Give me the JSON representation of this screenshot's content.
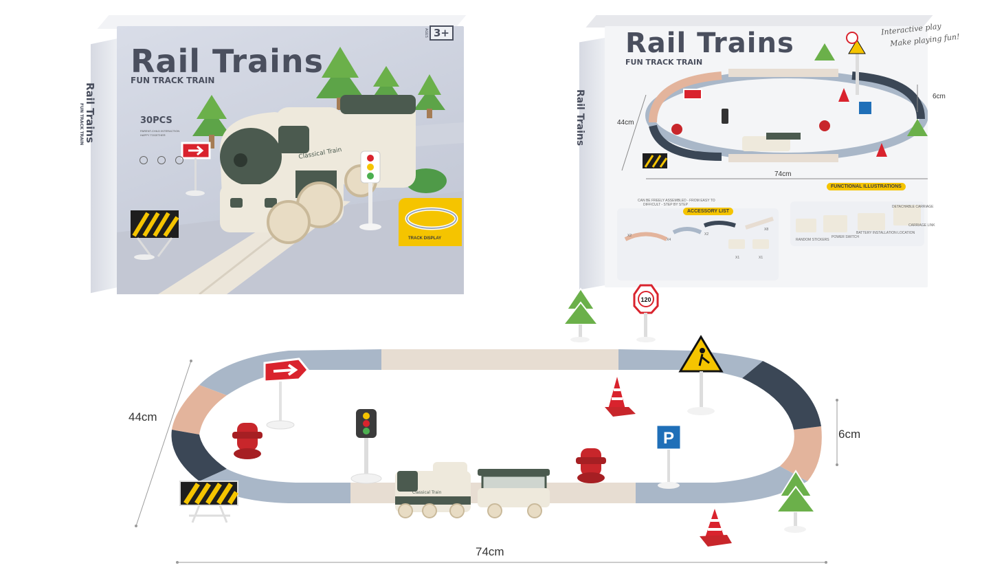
{
  "front_box": {
    "title": "Rail Trains",
    "subtitle": "FUN TRACK TRAIN",
    "piece_count": "30PCS",
    "tagline_1": "PARENT-CHILD INTERACTION",
    "tagline_2": "HAPPY TOGETHER",
    "age": "3+",
    "age_prefix": "AGES",
    "locomotive_label": "Classical Train",
    "track_display_label": "TRACK DISPLAY",
    "side_title": "Rail Trains",
    "side_subtitle": "FUN TRACK TRAIN"
  },
  "back_box": {
    "title": "Rail Trains",
    "subtitle": "FUN TRACK TRAIN",
    "slogan_1": "Interactive play",
    "slogan_2": "Make playing fun!",
    "dim_width": "74cm",
    "dim_depth": "44cm",
    "dim_height": "6cm",
    "assembly_note_1": "CAN BE FREELY ASSEMBLED - FROM EASY TO",
    "assembly_note_2": "DIFFICULT - STEP BY STEP",
    "accessory_list_label": "ACCESSORY LIST",
    "functional_label": "FUNCTIONAL ILLUSTRATIONS",
    "qty_x2": "X2",
    "qty_x4": "X4",
    "qty_x8": "X8",
    "qty_x1": "X1",
    "feature_1": "RANDOM STICKERS",
    "feature_2": "POWER SWITCH",
    "feature_3": "BATTERY INSTALLATION LOCATION",
    "feature_4": "DETACHABLE CARRIAGE",
    "feature_5": "CARRIAGE LINK"
  },
  "layout_display": {
    "dim_width": "74cm",
    "dim_depth": "44cm",
    "dim_height": "6cm",
    "speed_sign": "120",
    "parking_sign": "P",
    "locomotive_label": "Classical Train"
  },
  "colors": {
    "track_light_blue": "#a9b7c8",
    "track_beige": "#e7ddd2",
    "track_peach": "#e3b49c",
    "track_navy": "#3b4756",
    "locomotive_cream": "#eee9dc",
    "locomotive_green": "#4b5a4f",
    "sign_red": "#d9232d",
    "sign_yellow": "#f5c400",
    "parking_blue": "#1f6fb8",
    "hydrant_red": "#c8262b",
    "tree_green": "#6bb04a",
    "box_gray": "#c9cedb"
  }
}
